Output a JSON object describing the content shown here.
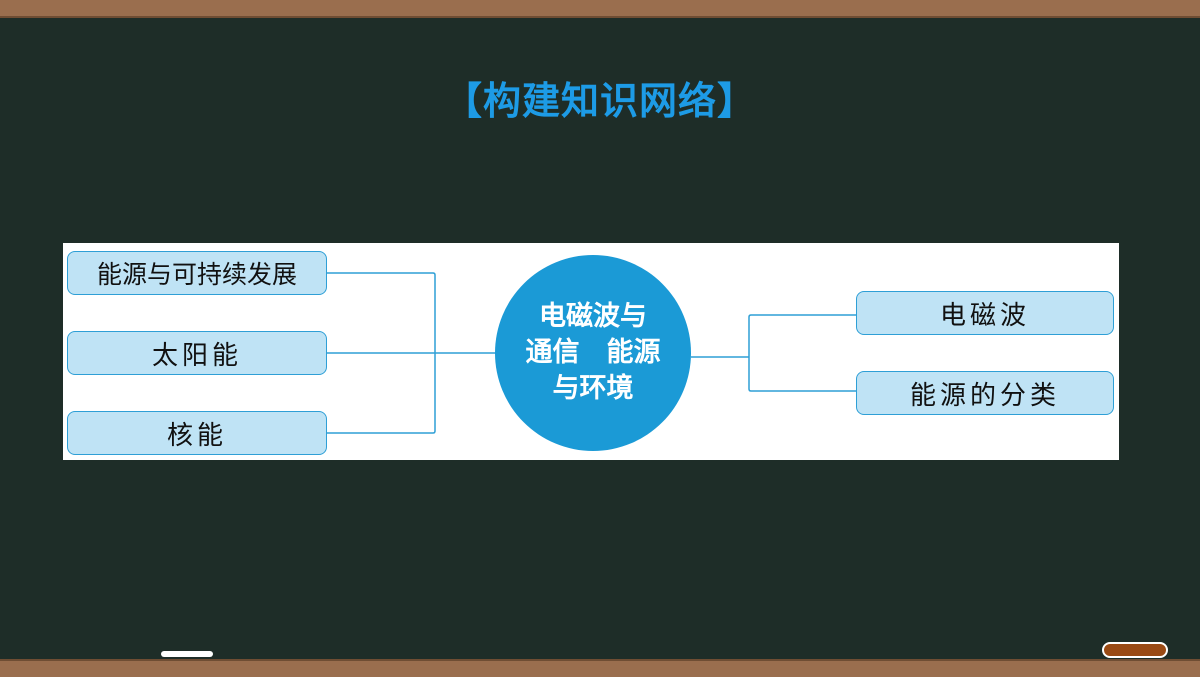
{
  "title": "【构建知识网络】",
  "diagram": {
    "center": {
      "line1": "电磁波与",
      "line2": "通信　能源",
      "line3": "与环境"
    },
    "left_nodes": [
      "能源与可持续发展",
      "太阳能",
      "核能"
    ],
    "right_nodes": [
      "电磁波",
      "能源的分类"
    ]
  },
  "colors": {
    "board": "#1e2d28",
    "frame": "#9a6e4e",
    "title": "#1d9be6",
    "node_fill": "#bfe3f5",
    "node_border": "#2e9fd6",
    "center_fill": "#1b9ad6"
  }
}
